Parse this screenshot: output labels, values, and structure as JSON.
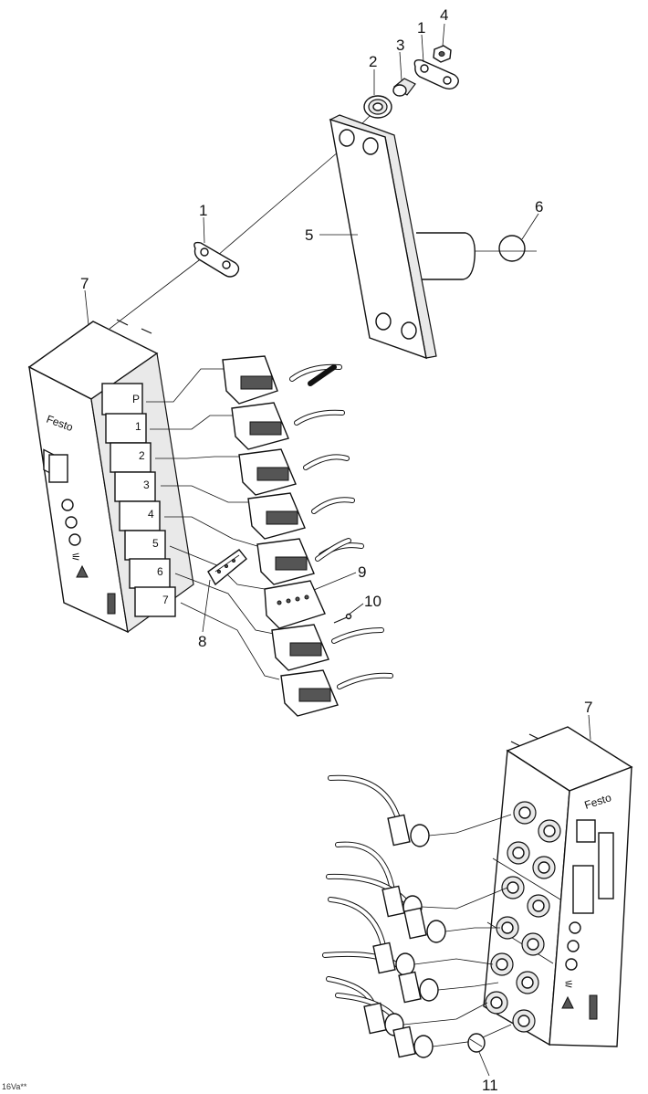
{
  "callouts": {
    "bracket_washer_top": "1",
    "spacer_ring": "2",
    "sleeve": "3",
    "nut": "4",
    "mounting_plate": "5",
    "retaining_ring": "6",
    "io_module_top": "7",
    "bracket_washer_left": "1",
    "terminal_plug": "8",
    "connector": "9",
    "screw": "10",
    "io_module_bottom": "7",
    "cap": "11"
  },
  "module_port_marks": [
    "P",
    "1",
    "2",
    "3",
    "4",
    "5",
    "6",
    "7"
  ],
  "module_brand": "Festo",
  "footer_text": "16Va**"
}
